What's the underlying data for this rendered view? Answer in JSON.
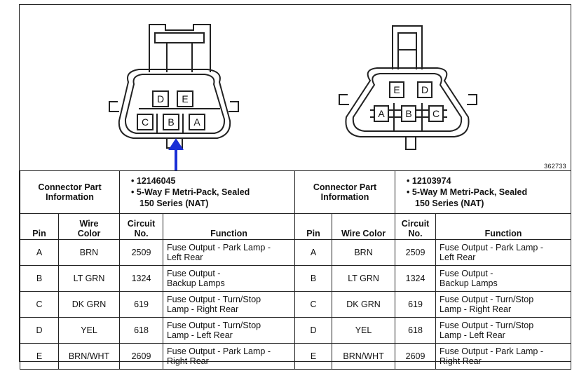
{
  "figure_number": "362733",
  "left_connector": {
    "pins": [
      "D",
      "E",
      "C",
      "B",
      "A"
    ],
    "part_info_label": "Connector Part Information",
    "part_number": "12146045",
    "description_line1": "5-Way F Metri-Pack, Sealed",
    "description_line2": "150 Series (NAT)"
  },
  "right_connector": {
    "pins": [
      "E",
      "D",
      "A",
      "B",
      "C"
    ],
    "part_info_label": "Connector Part Information",
    "part_number": "12103974",
    "description_line1": "5-Way M Metri-Pack, Sealed",
    "description_line2": "150 Series (NAT)"
  },
  "columns": {
    "pin": "Pin",
    "wire_color_left_1": "Wire",
    "wire_color_left_2": "Color",
    "wire_color_right": "Wire Color",
    "circuit_1": "Circuit",
    "circuit_2": "No.",
    "function": "Function"
  },
  "rows": [
    {
      "pin": "A",
      "wire": "BRN",
      "circuit": "2509",
      "function_1": "Fuse Output - Park Lamp -",
      "function_2": "Left Rear"
    },
    {
      "pin": "B",
      "wire": "LT GRN",
      "circuit": "1324",
      "function_1": "Fuse Output -",
      "function_2": "Backup Lamps"
    },
    {
      "pin": "C",
      "wire": "DK GRN",
      "circuit": "619",
      "function_1": "Fuse Output - Turn/Stop",
      "function_2": "Lamp - Right Rear"
    },
    {
      "pin": "D",
      "wire": "YEL",
      "circuit": "618",
      "function_1": "Fuse Output - Turn/Stop",
      "function_2": "Lamp - Left Rear"
    },
    {
      "pin": "E",
      "wire": "BRN/WHT",
      "circuit": "2609",
      "function_1": "Fuse Output - Park Lamp -",
      "function_2": "Right Rear"
    }
  ],
  "colors": {
    "arrow": "#1a2fd6",
    "line": "#222222"
  }
}
